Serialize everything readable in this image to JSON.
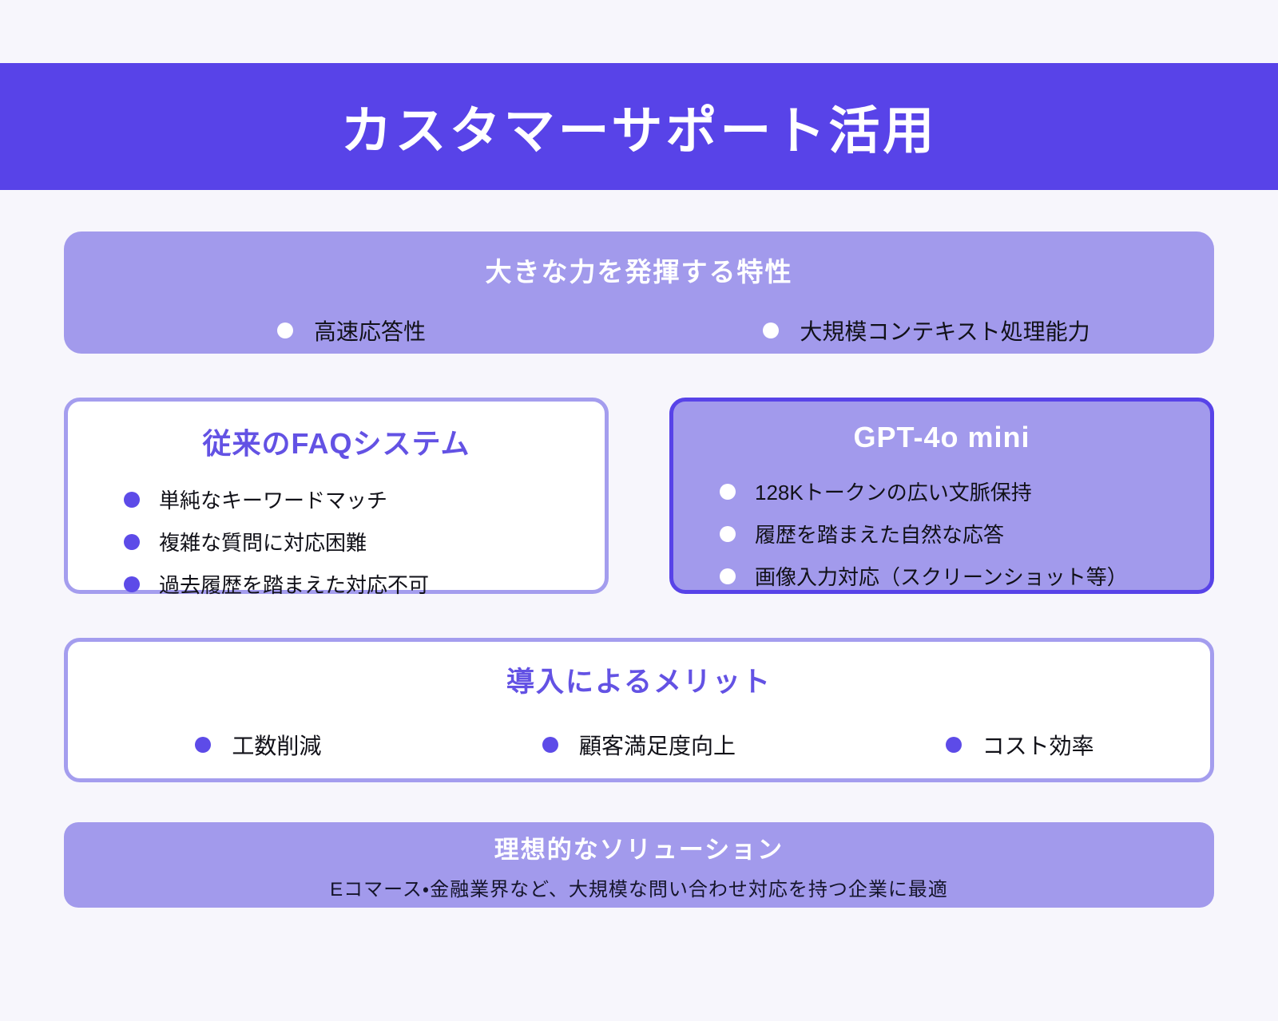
{
  "page": {
    "title": "カスタマーサポート活用"
  },
  "colors": {
    "accent_purple": "#5843E8",
    "light_purple_fill": "#A29AEC",
    "light_purple_border": "#A49DEE",
    "title_purple_text": "#6352E4",
    "background": "#F7F6FC",
    "dark_text": "#111118",
    "white": "#FFFFFF"
  },
  "features_box": {
    "title": "大きな力を発揮する特性",
    "items": [
      "高速応答性",
      "大規模コンテキスト処理能力"
    ]
  },
  "comparison": {
    "faq": {
      "title": "従来のFAQシステム",
      "items": [
        "単純なキーワードマッチ",
        "複雑な質問に対応困難",
        "過去履歴を踏まえた対応不可"
      ]
    },
    "gpt": {
      "title": "GPT-4o mini",
      "items": [
        "128Kトークンの広い文脈保持",
        "履歴を踏まえた自然な応答",
        "画像入力対応（スクリーンショット等）"
      ]
    }
  },
  "merits_box": {
    "title": "導入によるメリット",
    "items": [
      "工数削減",
      "顧客満足度向上",
      "コスト効率"
    ]
  },
  "solution_box": {
    "title": "理想的なソリューション",
    "subtitle": "Eコマース・金融業界など、大規模な問い合わせ対応を持つ企業に最適"
  }
}
